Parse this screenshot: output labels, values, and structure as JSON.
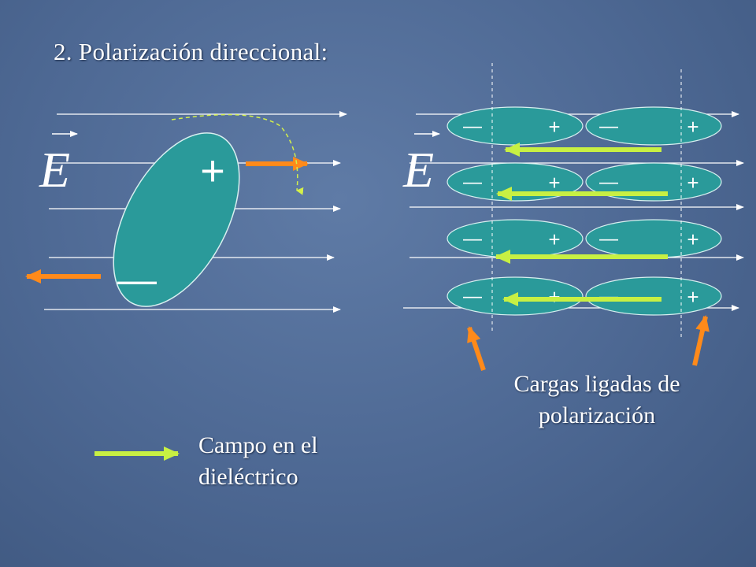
{
  "slide": {
    "title": "2. Polarización direccional:",
    "field_symbol": "E",
    "bound_charges_caption_line1": "Cargas ligadas de",
    "bound_charges_caption_line2": "polarización",
    "legend_text_line1": "Campo en el",
    "legend_text_line2": "dieléctrico"
  },
  "symbols": {
    "plus": "+",
    "minus": "—"
  },
  "colors": {
    "background": "#4d6893",
    "molecule_fill": "#2a9a9a",
    "field_line": "#ffffff",
    "dipole_arrow": "#ff8a1a",
    "dielectric_field_arrow": "#c8f043",
    "dashed_path": "#d4f04a"
  }
}
